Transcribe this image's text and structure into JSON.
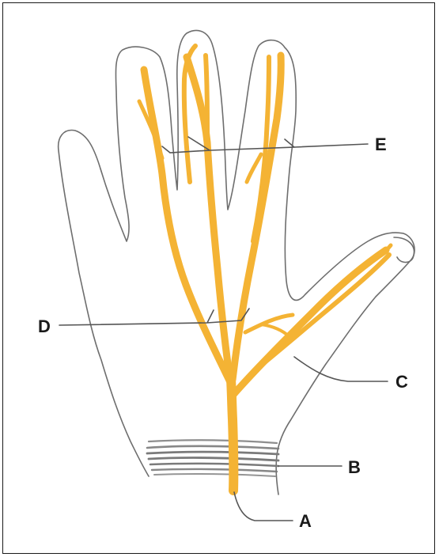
{
  "diagram": {
    "labels": {
      "a": "A",
      "b": "B",
      "c": "C",
      "d": "D",
      "e": "E"
    },
    "colors": {
      "nerve": "#f4b334",
      "outline": "#6e6e6e",
      "leader": "#555555",
      "band": "#7a7a7a",
      "border": "#1a1a1a"
    }
  }
}
